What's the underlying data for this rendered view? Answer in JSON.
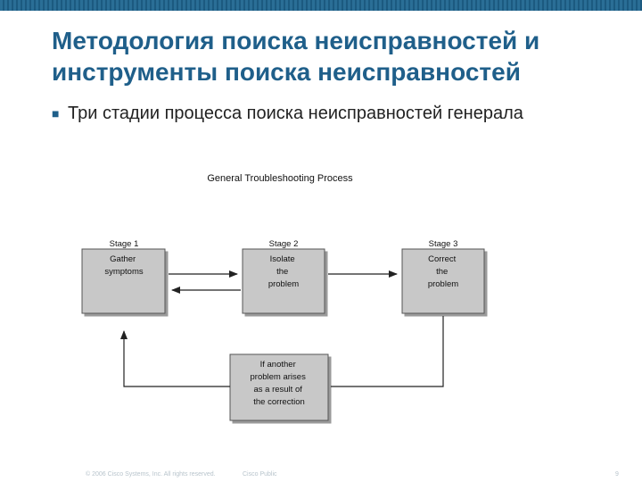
{
  "slide": {
    "title_line1": "Методология поиска неисправностей и",
    "title_line2": "инструменты поиска неисправностей",
    "bullet": "Три стадии процесса поиска неисправностей генерала"
  },
  "diagram": {
    "title": "General Troubleshooting Process",
    "stage1": {
      "label": "Stage 1",
      "lines": [
        "Gather",
        "symptoms"
      ]
    },
    "stage2": {
      "label": "Stage 2",
      "lines": [
        "Isolate",
        "the",
        "problem"
      ]
    },
    "stage3": {
      "label": "Stage 3",
      "lines": [
        "Correct",
        "the",
        "problem"
      ]
    },
    "feedback": {
      "lines": [
        "If another",
        "problem arises",
        "as a result of",
        "the correction"
      ]
    }
  },
  "footer": {
    "copyright": "© 2006 Cisco Systems, Inc. All rights reserved.",
    "classification": "Cisco Public",
    "page_number": "9"
  },
  "colors": {
    "title": "#1f5f8a",
    "box_fill": "#c8c8c8",
    "box_stroke": "#555555"
  }
}
